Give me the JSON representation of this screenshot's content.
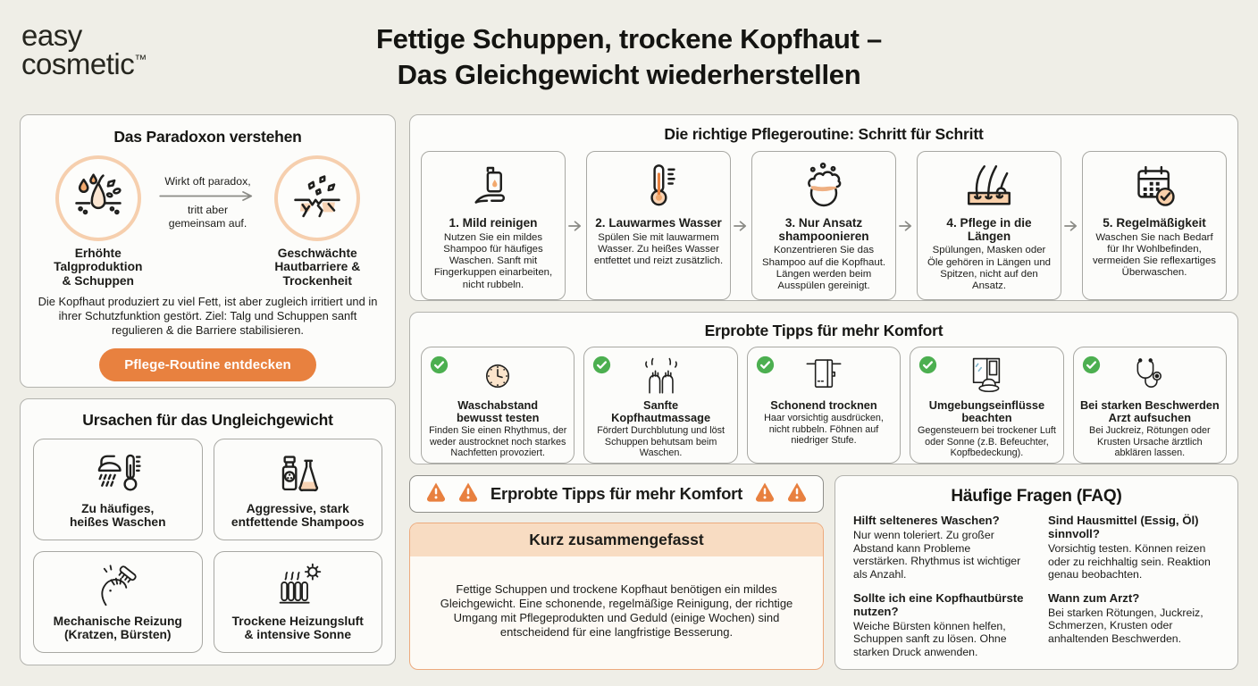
{
  "logo": {
    "line1": "easy",
    "line2": "cosmetic",
    "tm": "™"
  },
  "title": {
    "line1": "Fettige Schuppen, trockene Kopfhaut –",
    "line2": "Das Gleichgewicht wiederherstellen"
  },
  "colors": {
    "background": "#efeee7",
    "accent_orange": "#e8813f",
    "peach": "#f6cfae",
    "peach_light": "#f8dcc2",
    "green_check": "#4caf50",
    "panel_border": "#b3b3ae"
  },
  "paradox": {
    "title": "Das Paradoxon verstehen",
    "left_icon": "sebum-follicle-icon",
    "right_icon": "skin-barrier-cracks-icon",
    "left_label": "Erhöhte\nTalgproduktion\n& Schuppen",
    "right_label": "Geschwächte\nHautbarriere &\nTrockenheit",
    "arrow_line1": "Wirkt oft paradox,",
    "arrow_line2": "tritt aber\ngemeinsam auf.",
    "body": "Die Kopfhaut produziert zu viel Fett, ist aber zugleich irritiert und in ihrer Schutzfunktion gestört. Ziel: Talg und Schuppen sanft regulieren & die Barriere stabilisieren.",
    "button_label": "Pflege-Routine entdecken"
  },
  "causes": {
    "title": "Ursachen für das Ungleichgewicht",
    "items": [
      {
        "icon": "shower-thermometer-icon",
        "label": "Zu häufiges,\nheißes Waschen"
      },
      {
        "icon": "shampoo-flask-icon",
        "label": "Aggressive, stark\nentfettende Shampoos"
      },
      {
        "icon": "head-scratch-brush-icon",
        "label": "Mechanische Reizung\n(Kratzen, Bürsten)"
      },
      {
        "icon": "radiator-sun-icon",
        "label": "Trockene Heizungsluft\n& intensive Sonne"
      }
    ]
  },
  "routine": {
    "title": "Die richtige Pflegeroutine: Schritt für Schritt",
    "steps": [
      {
        "icon": "hand-soap-icon",
        "title": "1. Mild reinigen",
        "text": "Nutzen Sie ein mildes Shampoo für häufiges Waschen. Sanft mit Fingerkuppen einarbeiten, nicht rubbeln."
      },
      {
        "icon": "thermometer-icon",
        "title": "2. Lauwarmes Wasser",
        "text": "Spülen Sie mit lauwarmem Wasser. Zu heißes Wasser entfettet und reizt zusätzlich."
      },
      {
        "icon": "lather-head-icon",
        "title": "3. Nur Ansatz\nshampoonieren",
        "text": "Konzentrieren Sie das Shampoo auf die Kopfhaut. Längen werden beim Ausspülen gereinigt."
      },
      {
        "icon": "hair-lengths-icon",
        "title": "4. Pflege in die Längen",
        "text": "Spülungen, Masken oder Öle gehören in Längen und Spitzen, nicht auf den Ansatz."
      },
      {
        "icon": "calendar-check-icon",
        "title": "5. Regelmäßigkeit",
        "text": "Waschen Sie nach Bedarf für Ihr Wohlbefinden, vermeiden Sie reflexartiges Überwaschen."
      }
    ]
  },
  "tips": {
    "title": "Erprobte Tipps für mehr Komfort",
    "items": [
      {
        "icon": "clock-icon",
        "title": "Waschabstand\nbewusst testen",
        "text": "Finden Sie einen Rhythmus, der weder austrocknet noch starkes Nachfetten provoziert."
      },
      {
        "icon": "massage-hands-icon",
        "title": "Sanfte\nKopfhautmassage",
        "text": "Fördert Durchblutung und löst Schuppen behutsam beim Waschen."
      },
      {
        "icon": "towel-icon",
        "title": "Schonend trocknen",
        "text": "Haar vorsichtig ausdrücken, nicht rubbeln. Föhnen auf niedriger Stufe."
      },
      {
        "icon": "window-hat-icon",
        "title": "Umgebungseinflüsse\nbeachten",
        "text": "Gegensteuern bei trockener Luft oder Sonne (z.B. Befeuchter, Kopfbedeckung)."
      },
      {
        "icon": "stethoscope-icon",
        "title": "Bei starken Beschwerden\nArzt aufsuchen",
        "text": "Bei Juckreiz, Rötungen oder Krusten Ursache ärztlich abklären lassen."
      }
    ]
  },
  "warning_banner": {
    "icon": "warning-triangle-icon",
    "text": "Erprobte Tipps für mehr Komfort"
  },
  "summary": {
    "title": "Kurz zusammengefasst",
    "body": "Fettige Schuppen und trockene Kopfhaut benötigen ein mildes Gleichgewicht. Eine schonende, regelmäßige Reinigung, der richtige Umgang mit Pflegeprodukten und Geduld (einige Wochen) sind entscheidend für eine langfristige Besserung."
  },
  "faq": {
    "title": "Häufige Fragen (FAQ)",
    "items": [
      {
        "q": "Hilft selteneres Waschen?",
        "a": "Nur wenn toleriert. Zu großer Abstand kann Probleme verstärken. Rhythmus ist wichtiger als Anzahl."
      },
      {
        "q": "Sind Hausmittel (Essig, Öl) sinnvoll?",
        "a": "Vorsichtig testen. Können reizen oder zu reichhaltig sein. Reaktion genau beobachten."
      },
      {
        "q": "Sollte ich eine Kopfhautbürste nutzen?",
        "a": "Weiche Bürsten können helfen, Schuppen sanft zu lösen. Ohne starken Druck anwenden."
      },
      {
        "q": "Wann zum Arzt?",
        "a": "Bei starken Rötungen, Juckreiz, Schmerzen, Krusten oder anhaltenden Beschwerden."
      }
    ]
  }
}
